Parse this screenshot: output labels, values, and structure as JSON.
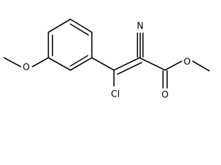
{
  "diagram": {
    "type": "chemical-structure",
    "atom_labels": {
      "nitrogen": "N",
      "ether_oxygen": "O",
      "carbonyl_oxygen": "O",
      "ester_oxygen": "O",
      "chlorine": "Cl"
    },
    "colors": {
      "bond": "#000000",
      "label": "#000000",
      "background": "#ffffff"
    }
  }
}
